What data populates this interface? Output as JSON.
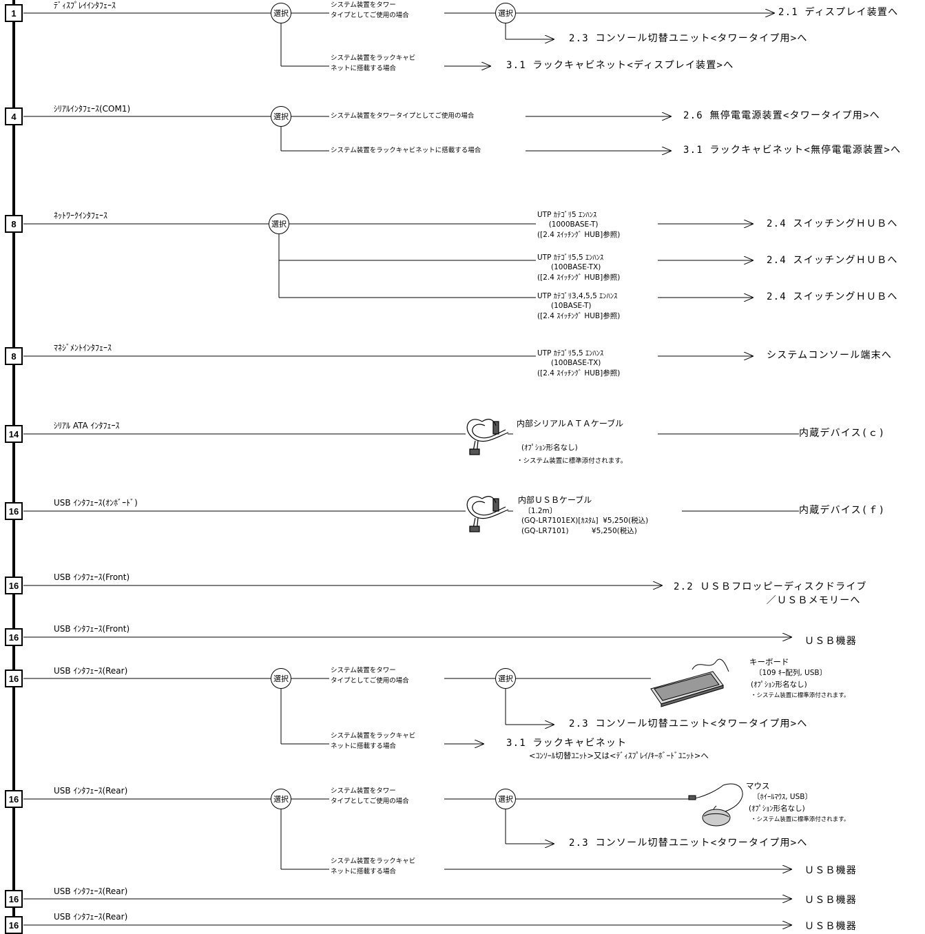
{
  "select_label": "選択",
  "interfaces": [
    {
      "num": "1",
      "label": "ﾃﾞｨｽﾌﾟﾚｲｲﾝﾀﾌｪｰｽ"
    },
    {
      "num": "4",
      "label": "ｼﾘｱﾙｲﾝﾀﾌｪｰｽ(COM1)"
    },
    {
      "num": "8",
      "label": "ﾈｯﾄﾜｰｸｲﾝﾀﾌｪｰｽ"
    },
    {
      "num": "8",
      "label": "ﾏﾈｼﾞﾒﾝﾄｲﾝﾀﾌｪｰｽ"
    },
    {
      "num": "14",
      "label": "ｼﾘｱﾙ ATA ｲﾝﾀﾌｪｰｽ"
    },
    {
      "num": "16",
      "label": "USB ｲﾝﾀﾌｪｰｽ(ｵﾝﾎﾞｰﾄﾞ)"
    },
    {
      "num": "16",
      "label": "USB ｲﾝﾀﾌｪｰｽ(Front)"
    },
    {
      "num": "16",
      "label": "USB ｲﾝﾀﾌｪｰｽ(Front)"
    },
    {
      "num": "16",
      "label": "USB ｲﾝﾀﾌｪｰｽ(Rear)"
    },
    {
      "num": "16",
      "label": "USB ｲﾝﾀﾌｪｰｽ(Rear)"
    },
    {
      "num": "16",
      "label": "USB ｲﾝﾀﾌｪｰｽ(Rear)"
    },
    {
      "num": "16",
      "label": "USB ｲﾝﾀﾌｪｰｽ(Rear)"
    }
  ],
  "conditions": {
    "tower_2line": "システム装置をタワー\nタイプとしてご使用の場合",
    "rack_2line": "システム装置をラックキャビ\nネットに搭載する場合",
    "tower_1line": "システム装置をタワータイプとしてご使用の場合",
    "rack_1line": "システム装置をラックキャビネットに搭載する場合"
  },
  "cables": {
    "utp_1000": "UTP ｶﾃｺﾞﾘ5 ｴﾝﾊﾝｽ\n     (1000BASE-T)\n([2.4 ｽｲｯﾁﾝｸﾞ HUB]参照)",
    "utp_100": "UTP ｶﾃｺﾞﾘ5,5 ｴﾝﾊﾝｽ\n      (100BASE-TX)\n([2.4 ｽｲｯﾁﾝｸﾞ HUB]参照)",
    "utp_10": "UTP ｶﾃｺﾞﾘ3,4,5,5 ｴﾝﾊﾝｽ\n      (10BASE-T)\n([2.4 ｽｲｯﾁﾝｸﾞ HUB]参照)",
    "utp_mgmt": "UTP ｶﾃｺﾞﾘ5,5 ｴﾝﾊﾝｽ\n      (100BASE-TX)\n([2.4 ｽｲｯﾁﾝｸﾞ HUB]参照)",
    "sata_title": "内部シリアルＡＴＡケーブル",
    "sata_note": "(ｵﾌﾟｼｮﾝ形名なし)",
    "sata_std": "・システム装置に標準添付されます。",
    "usb_title": "内部ＵＳＢケーブル",
    "usb_detail": " 〔1.2m〕\n(GQ-LR7101EX)[ｶｽﾀﾑ]  ¥5,250(税込)\n(GQ-LR7101)          ¥5,250(税込)"
  },
  "devices": {
    "keyboard_title": "キーボード",
    "keyboard_spec": "〔109 ｷｰ配列, USB〕",
    "keyboard_note": "(ｵﾌﾟｼｮﾝ形名なし)",
    "keyboard_std": "・システム装置に標準添付されます。",
    "mouse_title": "マウス",
    "mouse_spec": "〔ﾎｲｰﾙﾏｳｽ, USB〕",
    "mouse_note": "(ｵﾌﾟｼｮﾝ形名なし)",
    "mouse_std": "・システム装置に標準添付されます。"
  },
  "destinations": {
    "display": "2.1 ディスプレイ装置へ",
    "console_switch": "2.3 コンソール切替ユニット<タワータイプ用>へ",
    "rack_display": "3.1 ラックキャビネット<ディスプレイ装置>へ",
    "ups_tower": "2.6 無停電電源装置<タワータイプ用>へ",
    "rack_ups": "3.1 ラックキャビネット<無停電電源装置>へ",
    "switching_hub": "2.4 スイッチングＨＵＢへ",
    "system_console": "システムコンソール端末へ",
    "internal_c": "内蔵デバイス(ｃ)",
    "internal_f": "内蔵デバイス(ｆ)",
    "floppy": "2.2 ＵＳＢフロッピーディスクドライブ\n              ／ＵＳＢメモリーへ",
    "usb_device": "ＵＳＢ機器",
    "rack_console": "3.1 ラックキャビネット",
    "rack_console_sub": "<ｺﾝｿｰﾙ切替ﾕﾆｯﾄ>又は<ﾃﾞｨｽﾌﾟﾚｲ/ｷｰﾎﾞｰﾄﾞﾕﾆｯﾄ>へ"
  }
}
